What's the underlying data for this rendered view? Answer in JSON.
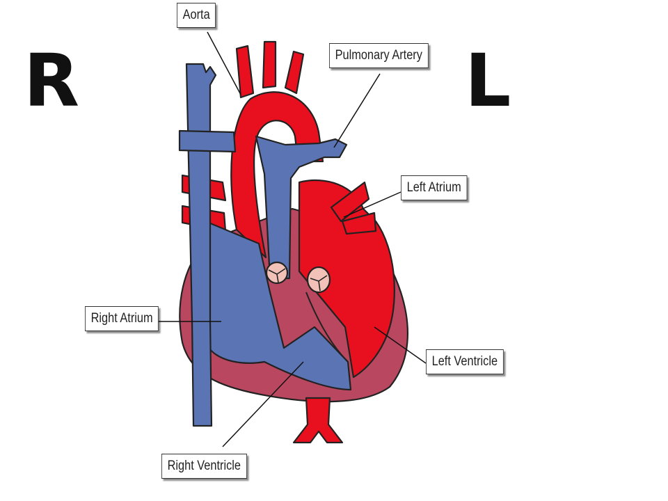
{
  "orientation": {
    "right_letter": "R",
    "left_letter": "L"
  },
  "labels": {
    "aorta": "Aorta",
    "pulmonary_artery": "Pulmonary Artery",
    "left_atrium": "Left Atrium",
    "right_atrium": "Right Atrium",
    "left_ventricle": "Left Ventricle",
    "right_ventricle": "Right Ventricle"
  },
  "colors": {
    "oxygenated_red": "#e8101e",
    "deoxygenated_blue": "#5a74b4",
    "heart_wall": "#b8475f",
    "valve_pink": "#f2c2b8",
    "outline": "#222222"
  }
}
